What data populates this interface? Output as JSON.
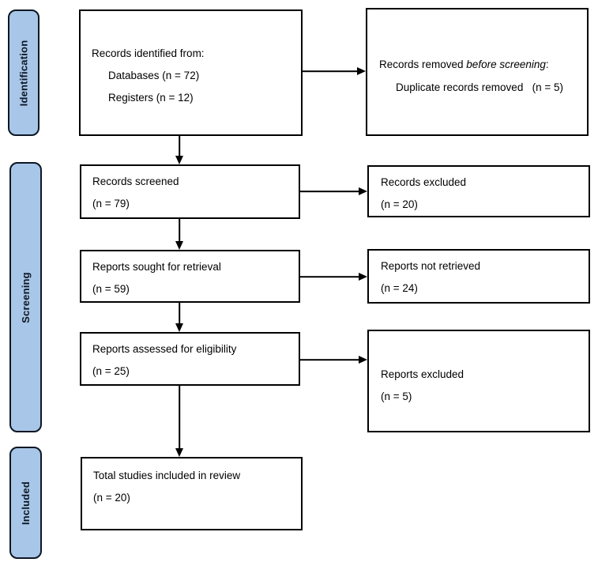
{
  "stages": {
    "identification": "Identification",
    "screening": "Screening",
    "included": "Included"
  },
  "boxes": {
    "records_identified": {
      "title": "Records identified from:",
      "item_databases": "Databases (n = 72)",
      "item_registers": "Registers (n = 12)"
    },
    "records_removed": {
      "title_prefix": "Records removed ",
      "title_italic": "before screening",
      "title_suffix": ":",
      "item_duplicates": "Duplicate records removed   (n = 5)"
    },
    "records_screened": {
      "label": "Records screened",
      "count": "(n = 79)"
    },
    "records_excluded": {
      "label": "Records excluded",
      "count": "(n = 20)"
    },
    "reports_sought": {
      "label": "Reports sought for retrieval",
      "count": "(n = 59)"
    },
    "reports_not_retrieved": {
      "label": "Reports not retrieved",
      "count": "(n = 24)"
    },
    "reports_assessed": {
      "label": "Reports assessed for eligibility",
      "count": "(n = 25)"
    },
    "reports_excluded": {
      "label": "Reports excluded",
      "count": "(n = 5)"
    },
    "total_included": {
      "label": "Total studies included in review",
      "count": "(n = 20)"
    }
  },
  "colors": {
    "stage_fill": "#A8C6E8",
    "line": "#000000",
    "text": "#000000",
    "background": "#FFFFFF"
  }
}
